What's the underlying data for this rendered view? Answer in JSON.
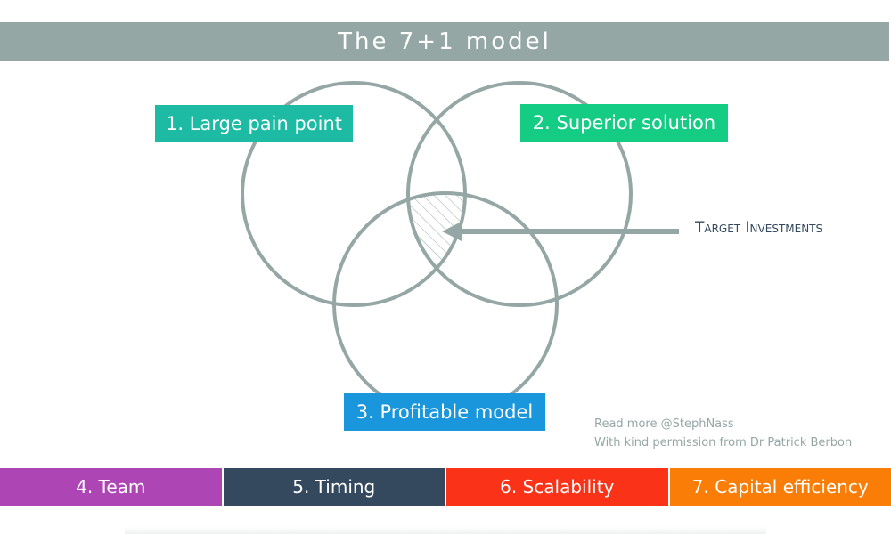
{
  "header": {
    "title": "The 7+1 model"
  },
  "circles": {
    "pain": {
      "label": "1. Large pain point",
      "color": "#1dbba4"
    },
    "superior": {
      "label": "2. Superior solution",
      "color": "#15cc84"
    },
    "profit": {
      "label": "3. Profitable model",
      "color": "#1a97dc"
    }
  },
  "annotation": {
    "label": "Target Investments"
  },
  "credits": {
    "line1": "Read more @StephNass",
    "line2": "With kind permission from Dr Patrick Berbon"
  },
  "criteria": [
    {
      "label": "4. Team",
      "color": "#ad45b5"
    },
    {
      "label": "5. Timing",
      "color": "#34495e"
    },
    {
      "label": "6. Scalability",
      "color": "#fa3218"
    },
    {
      "label": "7. Capital efficiency",
      "color": "#fa7d07"
    }
  ],
  "colors": {
    "header_bg": "#95a7a4",
    "circle_stroke": "#95a7a4",
    "annotation_text": "#34495e"
  }
}
